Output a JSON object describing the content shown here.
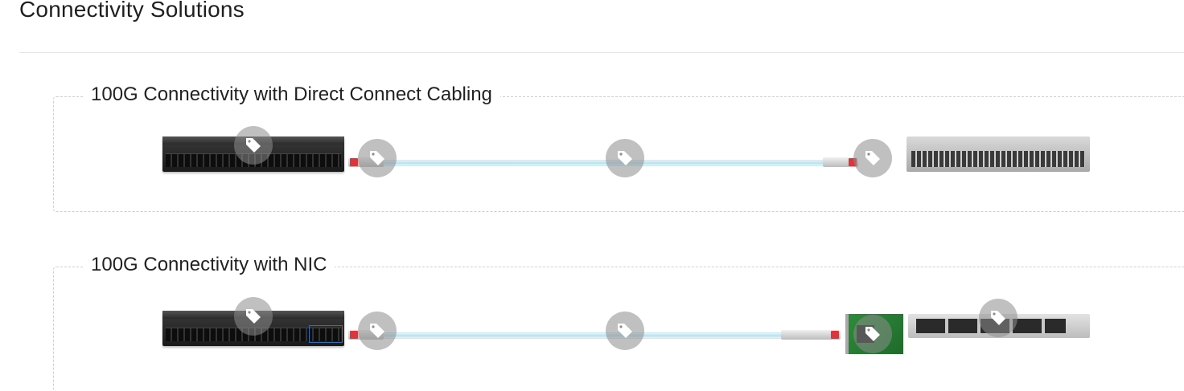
{
  "page": {
    "title": "Connectivity Solutions"
  },
  "solutions": [
    {
      "title": "100G Connectivity with Direct Connect Cabling"
    },
    {
      "title": "100G Connectivity with NIC"
    }
  ],
  "icons": {
    "tag": "tag-icon"
  },
  "colors": {
    "cable": "#b7e1ee",
    "tag_circle": "#8c8c8c",
    "connector_red": "#d9363e"
  }
}
